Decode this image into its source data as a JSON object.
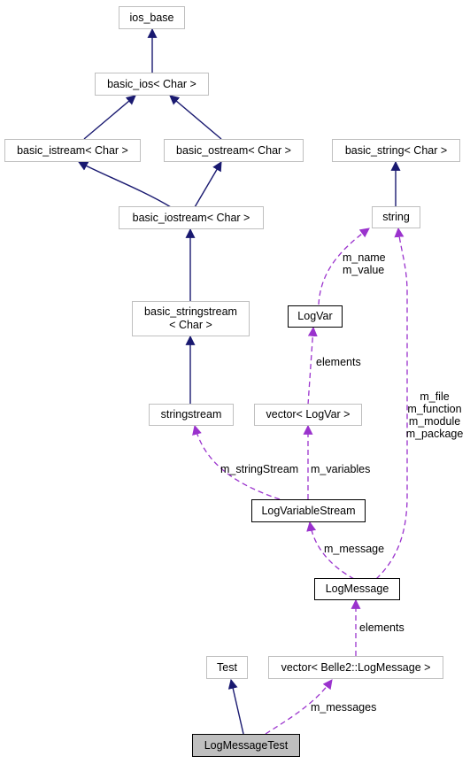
{
  "nodes": {
    "ios_base": "ios_base",
    "basic_ios": "basic_ios< Char >",
    "basic_istream": "basic_istream< Char >",
    "basic_ostream": "basic_ostream< Char >",
    "basic_iostream": "basic_iostream< Char >",
    "basic_stringstream_line1": "basic_stringstream",
    "basic_stringstream_line2": "< Char >",
    "stringstream": "stringstream",
    "basic_string": "basic_string< Char >",
    "string": "string",
    "logvar": "LogVar",
    "vector_logvar": "vector< LogVar >",
    "logvariablestream": "LogVariableStream",
    "logmessage": "LogMessage",
    "test": "Test",
    "vector_logmessage": "vector< Belle2::LogMessage >",
    "logmessagetest": "LogMessageTest"
  },
  "edge_labels": {
    "m_name": "m_name",
    "m_value": "m_value",
    "elements_logvar": "elements",
    "m_stringStream": "m_stringStream",
    "m_variables": "m_variables",
    "m_file": "m_file",
    "m_function": "m_function",
    "m_module": "m_module",
    "m_package": "m_package",
    "m_message": "m_message",
    "elements_logmessage": "elements",
    "m_messages": "m_messages"
  },
  "colors": {
    "inheritance": "#191970",
    "usage": "#9a32cd",
    "node_border": "#bfbfbf",
    "current_fill": "#bfbfbf"
  }
}
